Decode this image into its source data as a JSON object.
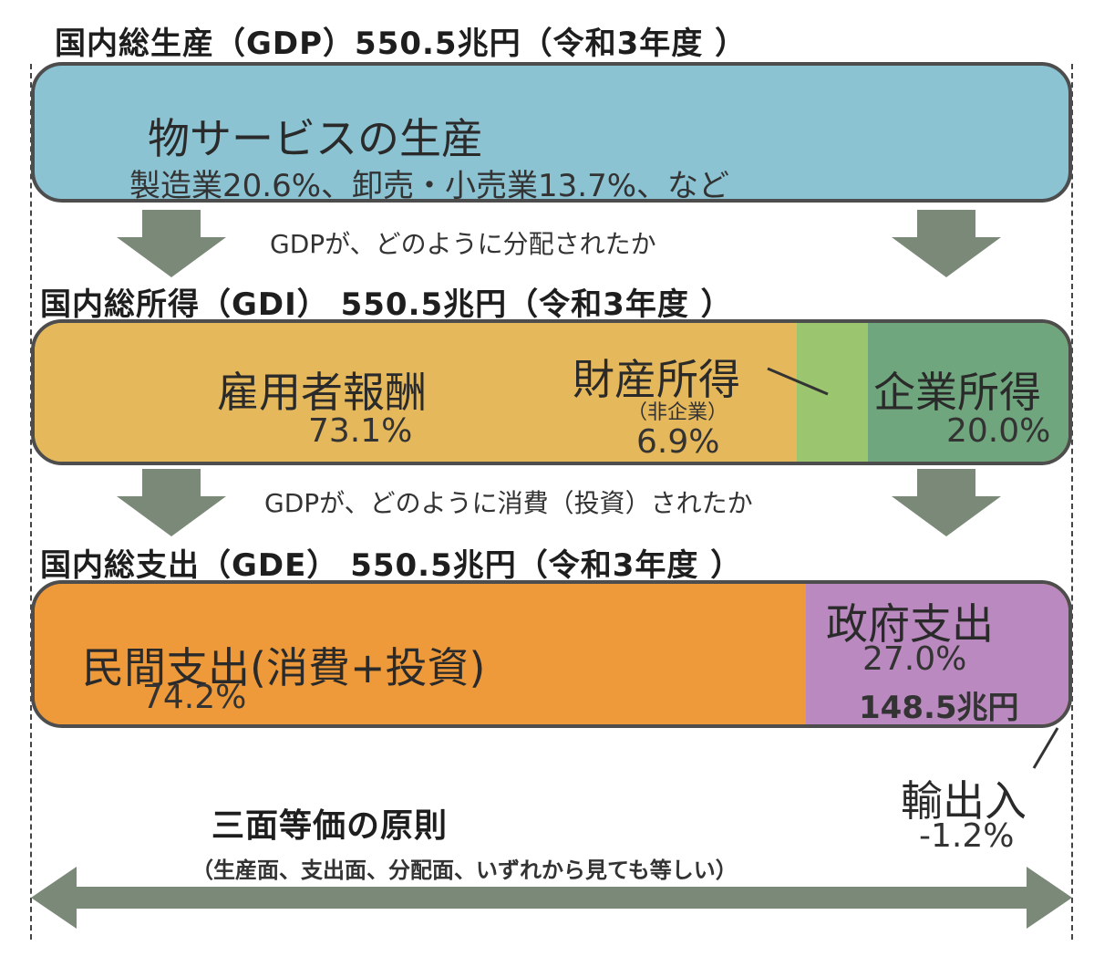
{
  "gdp": {
    "heading": "国内総生産（GDP）550.5兆円（令和3年度 ）",
    "title": "物サービスの生産",
    "detail": "製造業20.6%、卸売・小売業13.7%、など"
  },
  "arrow_note_1": "GDPが、どのように分配されたか",
  "gdi": {
    "heading": "国内総所得（GDI） 550.5兆円（令和3年度 ）",
    "segments": [
      {
        "name": "雇用者報酬",
        "pct": "73.1%",
        "value": 73.1,
        "color": "#e6b85c"
      },
      {
        "name": "財産所得",
        "sub": "（非企業）",
        "pct": "6.9%",
        "value": 6.9,
        "color": "#9cc56f"
      },
      {
        "name": "企業所得",
        "pct": "20.0%",
        "value": 20.0,
        "color": "#6fa67d"
      }
    ]
  },
  "arrow_note_2": "GDPが、どのように消費（投資）されたか",
  "gde": {
    "heading": "国内総支出（GDE） 550.5兆円（令和3年度 ）",
    "segments": [
      {
        "name": "民間支出(消費+投資)",
        "pct": "74.2%",
        "value": 74.2,
        "color": "#ee9a3a"
      },
      {
        "name": "政府支出",
        "pct": "27.0%",
        "amount": "148.5兆円",
        "value": 27.0,
        "color": "#b989bf"
      }
    ],
    "net_exports": {
      "name": "輸出入",
      "pct": "-1.2%",
      "value": -1.2
    }
  },
  "principle": {
    "title": "三面等価の原則",
    "note": "（生産面、支出面、分配面、いずれから見ても等しい）"
  },
  "colors": {
    "gdp_bar": "#8cc3d3",
    "arrow": "#7b8a78",
    "border": "#4d4d4d"
  }
}
